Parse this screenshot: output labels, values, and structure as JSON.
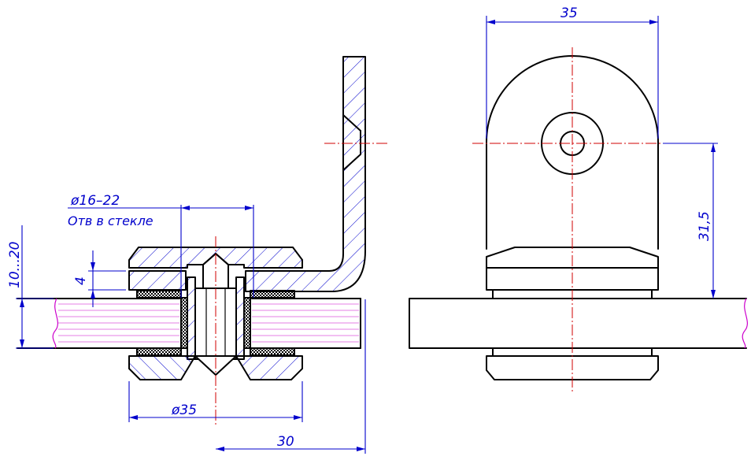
{
  "section_view": {
    "hole_note": {
      "dimension": "ø16–22",
      "note": "Отв в стекле"
    },
    "dimensions": {
      "glass_thickness": "10...20",
      "gasket": "4",
      "clamp_diameter": "ø35",
      "offset": "30"
    }
  },
  "side_view": {
    "dimensions": {
      "width": "35",
      "height": "31,5"
    }
  },
  "colors": {
    "object_lines": "#000000",
    "dimension_lines": "#0000cc",
    "center_lines": "#d00000",
    "glass_break_lines": "#cc00cc"
  }
}
